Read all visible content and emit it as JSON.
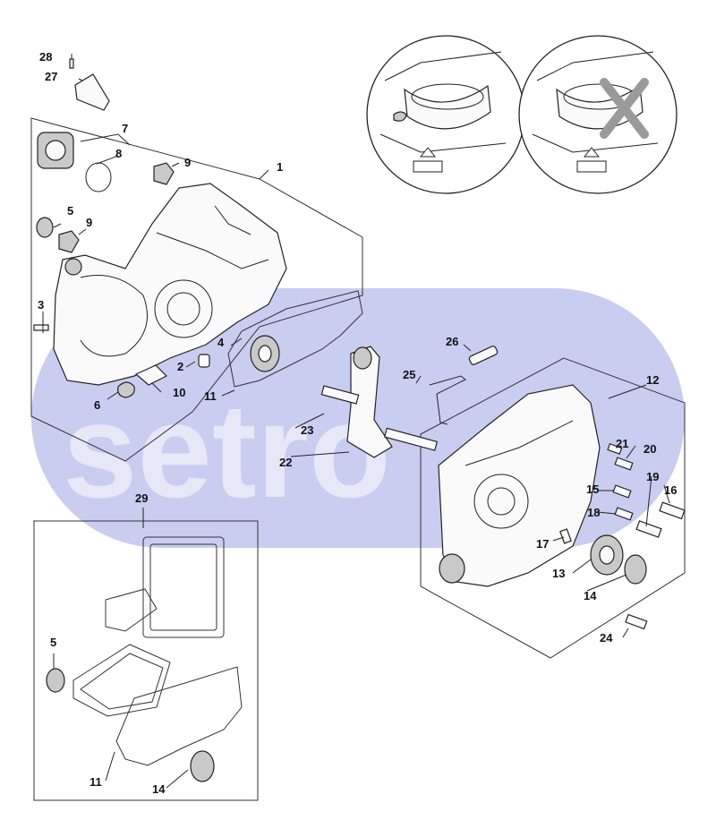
{
  "watermark": {
    "text": "setro",
    "color": "#c9cdf0"
  },
  "insets": [
    {
      "name": "inset-correct",
      "symbol_label": ""
    },
    {
      "name": "inset-incorrect",
      "cross_color": "#9a9a9a"
    }
  ],
  "callouts": {
    "c1": "1",
    "c2": "2",
    "c3": "3",
    "c4": "4",
    "c5a": "5",
    "c5b": "5",
    "c6": "6",
    "c7": "7",
    "c8": "8",
    "c9a": "9",
    "c9b": "9",
    "c10": "10",
    "c11a": "11",
    "c11b": "11",
    "c12": "12",
    "c13": "13",
    "c14a": "14",
    "c14b": "14",
    "c15": "15",
    "c16": "16",
    "c17": "17",
    "c18": "18",
    "c19": "19",
    "c20": "20",
    "c21": "21",
    "c22": "22",
    "c23": "23",
    "c24": "24",
    "c25": "25",
    "c26": "26",
    "c27": "27",
    "c28": "28",
    "c29": "29"
  }
}
